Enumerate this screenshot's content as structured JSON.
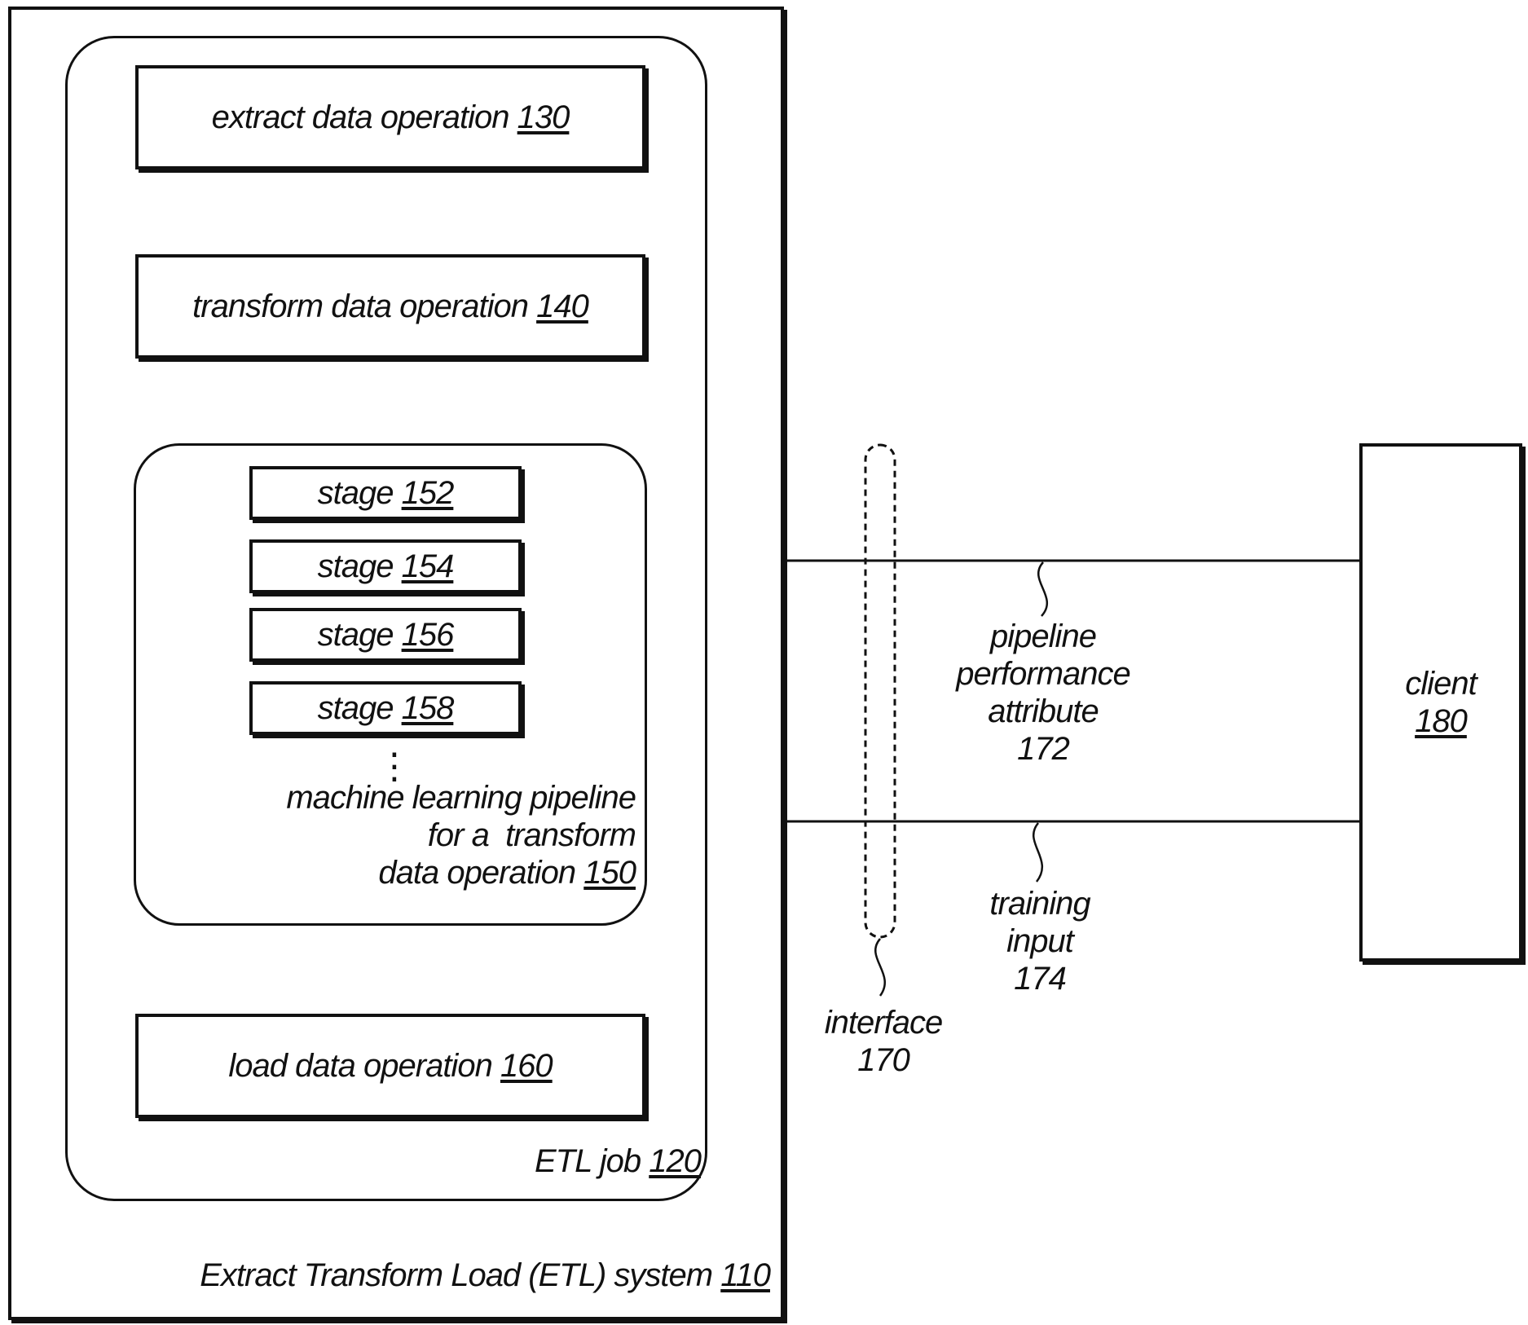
{
  "etl_system": {
    "label": "Extract Transform Load (ETL) system",
    "ref": "110"
  },
  "etl_job": {
    "label": "ETL job",
    "ref": "120"
  },
  "extract_op": {
    "label": "extract data operation",
    "ref": "130"
  },
  "transform_op": {
    "label": "transform data operation",
    "ref": "140"
  },
  "ml_pipeline": {
    "line1": "machine learning pipeline",
    "line2": "for a  transform",
    "line3": "data operation",
    "ref": "150",
    "stages": [
      {
        "label": "stage",
        "ref": "152"
      },
      {
        "label": "stage",
        "ref": "154"
      },
      {
        "label": "stage",
        "ref": "156"
      },
      {
        "label": "stage",
        "ref": "158"
      }
    ],
    "ellipsis": "⋮"
  },
  "load_op": {
    "label": "load data operation",
    "ref": "160"
  },
  "interface": {
    "line1": "interface",
    "ref": "170"
  },
  "pipeline_attr": {
    "line1": "pipeline",
    "line2": "performance",
    "line3": "attribute",
    "ref": "172"
  },
  "training_input": {
    "line1": "training",
    "line2": "input",
    "ref": "174"
  },
  "client": {
    "line1": "client",
    "ref": "180"
  }
}
